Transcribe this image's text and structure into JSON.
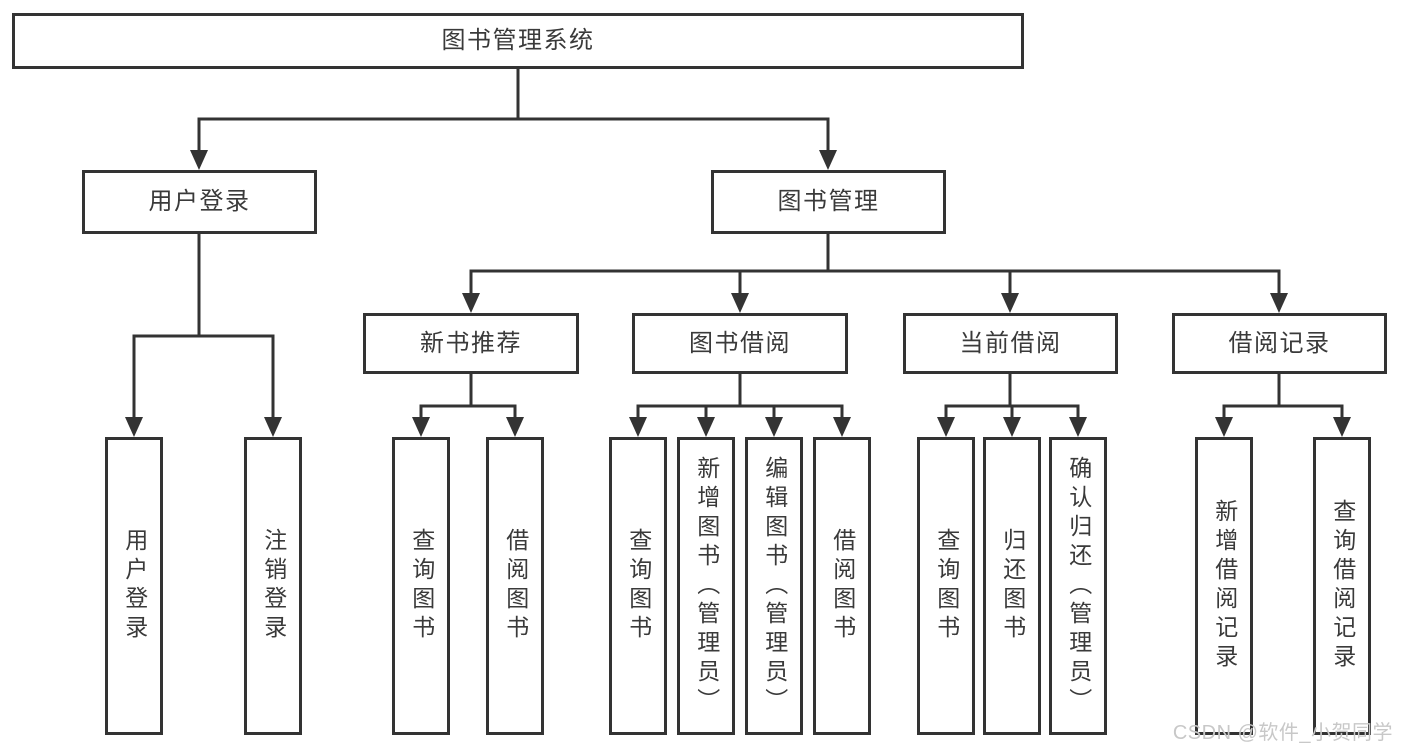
{
  "diagram": {
    "type": "tree",
    "title": "图书管理系统"
  },
  "hierarchy": {
    "root": "图书管理系统",
    "children": [
      {
        "label": "用户登录",
        "children": [
          "用户登录",
          "注销登录"
        ]
      },
      {
        "label": "图书管理",
        "children": [
          {
            "label": "新书推荐",
            "children": [
              "查询图书",
              "借阅图书"
            ]
          },
          {
            "label": "图书借阅",
            "children": [
              "查询图书",
              "新增图书（管理员）",
              "编辑图书（管理员）",
              "借阅图书"
            ]
          },
          {
            "label": "当前借阅",
            "children": [
              "查询图书",
              "归还图书",
              "确认归还（管理员）"
            ]
          },
          {
            "label": "借阅记录",
            "children": [
              "新增借阅记录",
              "查询借阅记录"
            ]
          }
        ]
      }
    ]
  },
  "watermark": {
    "text": "CSDN @软件_小贺同学"
  },
  "colors": {
    "line": "#333333",
    "border": "#333333",
    "text": "#3a3a3a",
    "watermark": "#c8c8c8",
    "background": "#ffffff"
  }
}
